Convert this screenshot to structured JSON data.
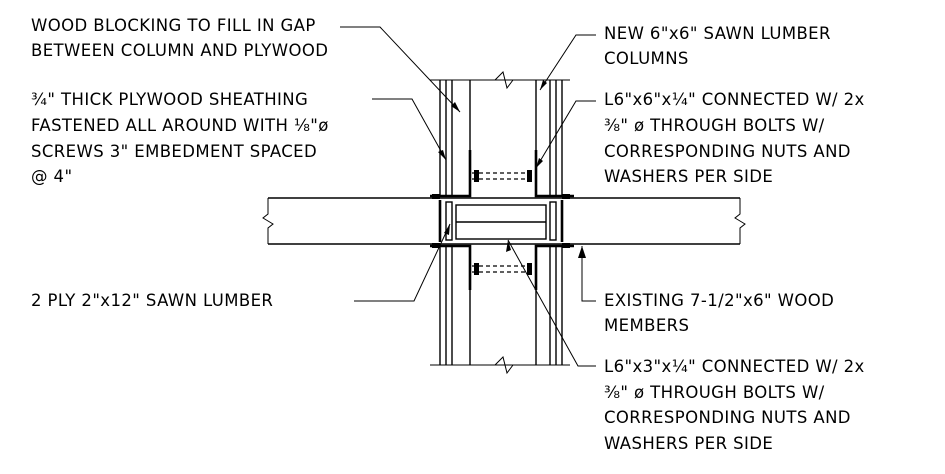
{
  "callouts": {
    "wood_blocking": {
      "lines": [
        "WOOD BLOCKING TO FILL IN GAP",
        "BETWEEN COLUMN AND PLYWOOD"
      ]
    },
    "plywood": {
      "lines": [
        "¾\" THICK PLYWOOD SHEATHING",
        "FASTENED ALL AROUND WITH ⅛\"ø",
        "SCREWS 3\" EMBEDMENT SPACED",
        "@ 4\""
      ]
    },
    "two_ply": {
      "lines": [
        "2 PLY 2\"x12\" SAWN LUMBER"
      ]
    },
    "new_columns": {
      "lines": [
        "NEW 6\"x6\" SAWN LUMBER",
        "COLUMNS"
      ]
    },
    "angle_top": {
      "lines": [
        "L6\"x6\"x¼\" CONNECTED W/ 2x",
        "⅜\" ø THROUGH BOLTS W/",
        "CORRESPONDING NUTS AND",
        "WASHERS PER SIDE"
      ]
    },
    "existing_members": {
      "lines": [
        "EXISTING 7-1/2\"x6\" WOOD",
        "MEMBERS"
      ]
    },
    "angle_bottom": {
      "lines": [
        "L6\"x3\"x¼\" CONNECTED W/ 2x",
        "⅜\" ø THROUGH BOLTS W/",
        "CORRESPONDING NUTS AND",
        "WASHERS PER SIDE"
      ]
    }
  }
}
